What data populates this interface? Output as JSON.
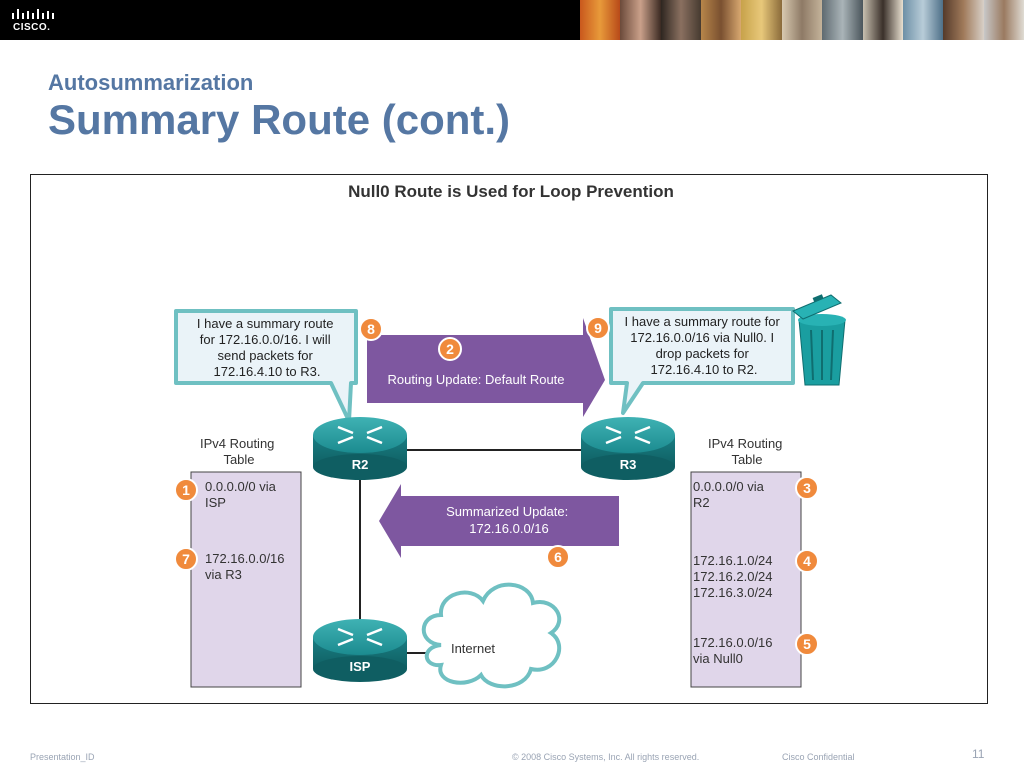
{
  "header": {
    "logo_text": "CISCO.",
    "subtitle": "Autosummarization",
    "title": "Summary Route (cont.)"
  },
  "diagram": {
    "title": "Null0 Route is Used for Loop Prevention",
    "callout_r2": [
      "I have a summary route",
      "for 172.16.0.0/16. I will",
      "send packets for",
      "172.16.4.10 to R3."
    ],
    "callout_r3": [
      "I have a summary route for",
      "172.16.0.0/16 via Null0. I",
      "drop packets for",
      "172.16.4.10 to R2."
    ],
    "arrow_default": "Routing Update: Default Route",
    "arrow_summary": [
      "Summarized Update:",
      "172.16.0.0/16"
    ],
    "routers": {
      "r2": "R2",
      "r3": "R3",
      "isp": "ISP"
    },
    "cloud_label": "Internet",
    "table_label": [
      "IPv4 Routing",
      "Table"
    ],
    "left_table": {
      "entry1": [
        "0.0.0.0/0 via",
        "ISP"
      ],
      "entry2": [
        "172.16.0.0/16",
        "via R3"
      ]
    },
    "right_table": {
      "entry1": [
        "0.0.0.0/0 via",
        "R2"
      ],
      "entry2": [
        "172.16.1.0/24",
        "172.16.2.0/24",
        "172.16.3.0/24"
      ],
      "entry3": [
        "172.16.0.0/16",
        "via Null0"
      ]
    },
    "step_badges": {
      "s1": "1",
      "s2": "2",
      "s3": "3",
      "s4": "4",
      "s5": "5",
      "s6": "6",
      "s7": "7",
      "s8": "8",
      "s9": "9"
    },
    "colors": {
      "callout_fill": "#eaf3f8",
      "callout_border": "#6fc0c2",
      "arrow_fill": "#7e57a0",
      "table_fill": "#e0d6ea",
      "badge_fill": "#f08a3c",
      "router_fill": "#1e8a8f",
      "trash_color": "#1a9ea0"
    }
  },
  "footer": {
    "presentation_id": "Presentation_ID",
    "copyright": "© 2008 Cisco Systems, Inc. All rights reserved.",
    "confidential": "Cisco Confidential",
    "page_number": "11"
  }
}
